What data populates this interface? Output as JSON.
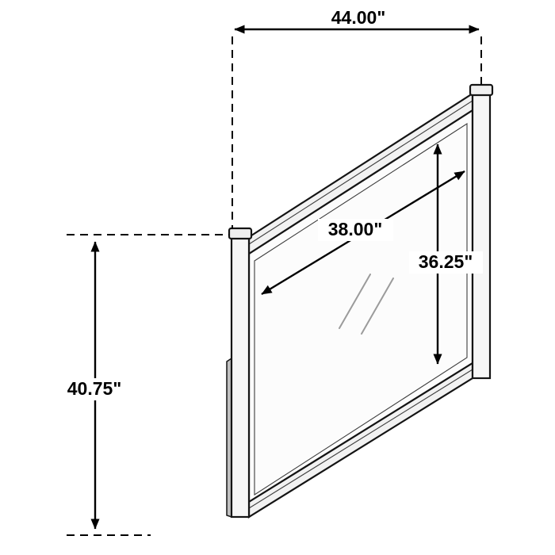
{
  "dimension_labels": {
    "overall_width": "44.00\"",
    "overall_height": "40.75\"",
    "glass_width": "38.00\"",
    "glass_height": "36.25\""
  },
  "colors": {
    "line": "#000000",
    "background": "#ffffff"
  }
}
